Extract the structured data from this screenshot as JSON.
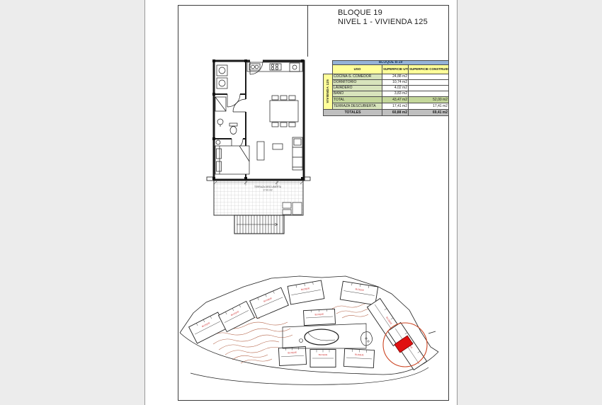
{
  "title_block": {
    "line1": "BLOQUE 19",
    "line2": "NIVEL 1 - VIVIENDA 125"
  },
  "area_table": {
    "title": "BLOQUE B-19",
    "columns": {
      "uso": "USO",
      "util": "SUPERFICIE UTIL",
      "construida": "SUPERFICIE CONSTRUIDA"
    },
    "group_label": "VIVIENDA 125",
    "rows": [
      {
        "uso": "COCINA-S. COMEDOR",
        "util": "24,88 m2",
        "construida": ""
      },
      {
        "uso": "DORMITORIO",
        "util": "10,74 m2",
        "construida": ""
      },
      {
        "uso": "LAVADERO",
        "util": "4,02 m2",
        "construida": ""
      },
      {
        "uso": "BAÑO",
        "util": "3,83 m2",
        "construida": ""
      },
      {
        "uso": "TOTAL",
        "util": "43,47 m2",
        "construida": "52,00 m2"
      },
      {
        "uso": "TERRAZA DESCUBIERTA",
        "util": "17,41 m2",
        "construida": "17,41 m2"
      }
    ],
    "totals": {
      "label": "TOTALES",
      "util": "60,88 m2",
      "construida": "69,41 m2"
    }
  },
  "floor_plan": {
    "terrace_label": "TERRAZA DESCUBIERTA",
    "terrace_area": "17,41 m2"
  },
  "site_plan": {
    "block_label": "BLOQUE"
  },
  "colors": {
    "table_header_blue": "#95b3d7",
    "table_header_yellow": "#ffff99",
    "table_row_green": "#d8e4bc",
    "table_total_green": "#c4d79b",
    "table_totals_gray": "#bfbfbf",
    "highlight_red": "#e01010",
    "highlight_circle": "#cc4422",
    "contour_brown": "#b5654a"
  }
}
